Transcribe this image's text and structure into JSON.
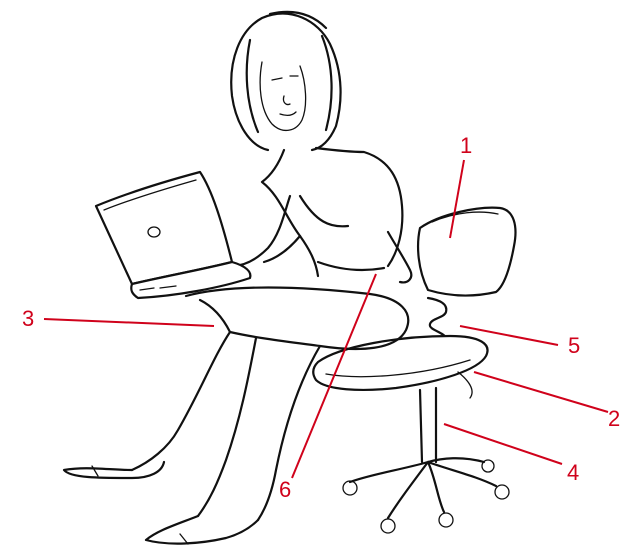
{
  "colors": {
    "callout": "#d0021b",
    "ink": "#111111",
    "background": "#ffffff"
  },
  "callouts": {
    "c1": "1",
    "c2": "2",
    "c3": "3",
    "c4": "4",
    "c5": "5",
    "c6": "6"
  }
}
